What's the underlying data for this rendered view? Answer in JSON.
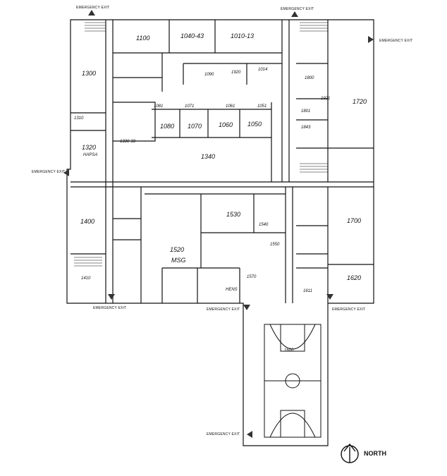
{
  "emergency_exit_label": "EMERGENCY EXIT",
  "north_label": "NORTH",
  "rooms": {
    "r1100": "1100",
    "r1040": "1040-43",
    "r1010": "1010-13",
    "r1300": "1300",
    "r1310": "1310",
    "r1320": "1320",
    "r1320sub": "HAPSA",
    "r1330": "1330-33",
    "r1340": "1340",
    "r1080": "1080",
    "r1070": "1070",
    "r1060": "1060",
    "r1050": "1050",
    "r1081": "1081",
    "r1071": "1071",
    "r1061": "1061",
    "r1051": "1051",
    "r1090": "1090",
    "r1920": "1920",
    "r1014": "1014",
    "r1800": "1800",
    "r1921": "1921",
    "r1720": "1720",
    "r1801": "1801",
    "r1843": "1843",
    "r1400": "1400",
    "r1410": "1410",
    "r1530": "1530",
    "r1540": "1540",
    "r1550": "1550",
    "r1520": "1520",
    "r1520sub": "MSG",
    "r1570": "1570",
    "r1700": "1700",
    "r1620": "1620",
    "r1611": "1611",
    "r1600": "1600",
    "hens": "HENS"
  }
}
